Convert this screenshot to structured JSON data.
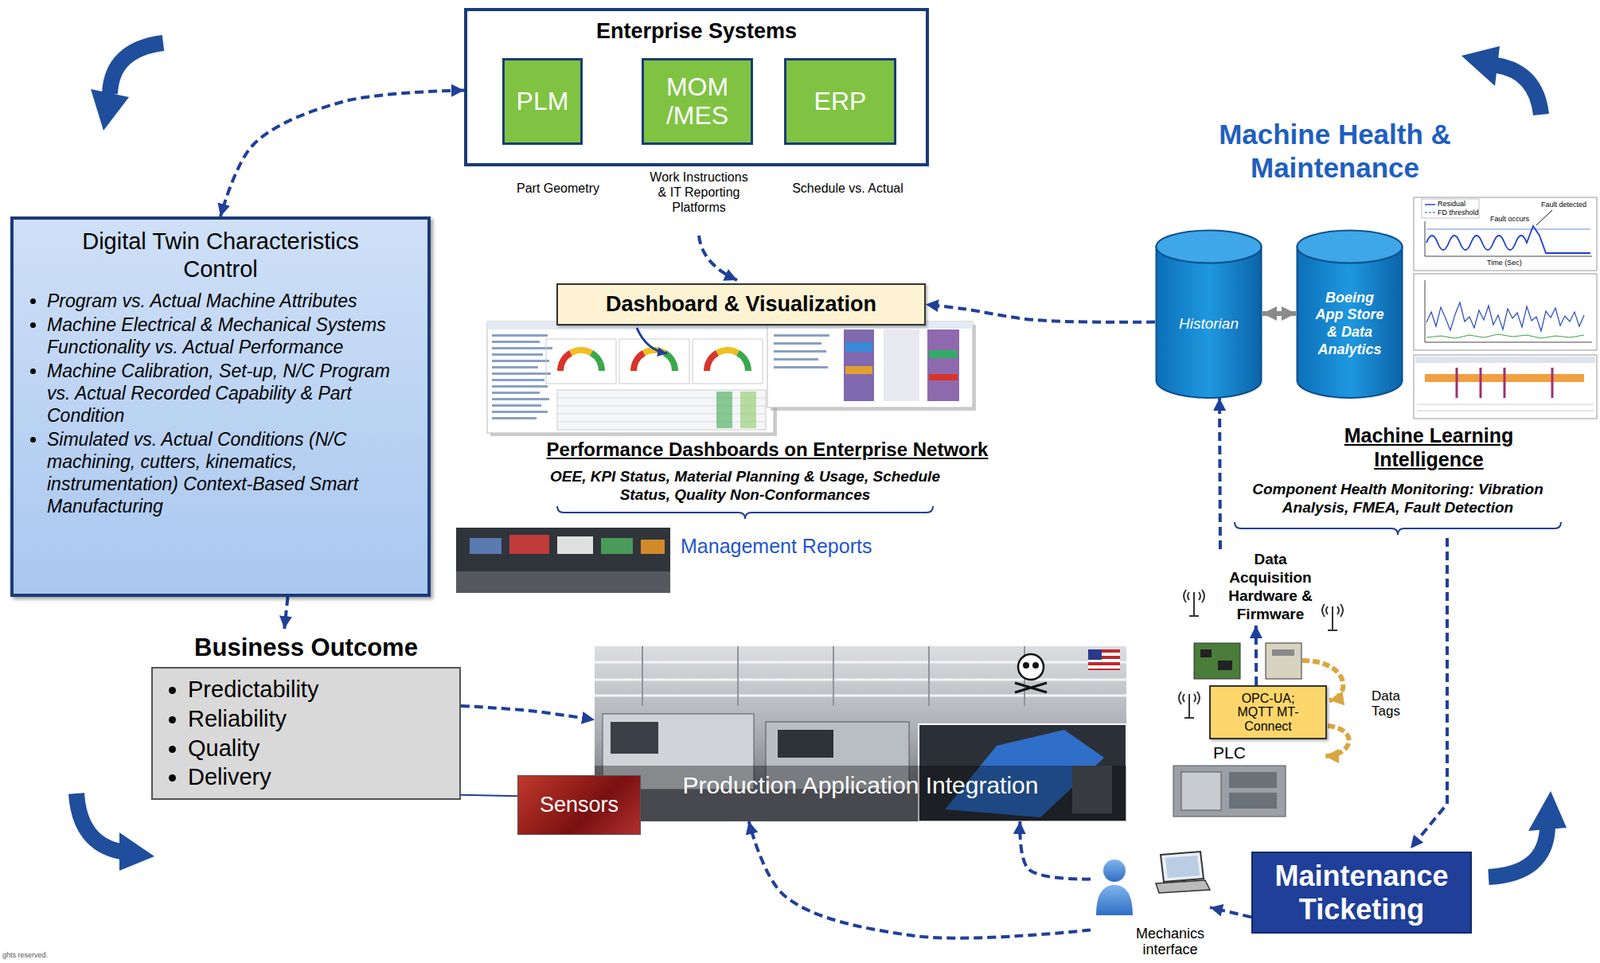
{
  "diagram": {
    "nodes": [
      {
        "text": [
          "Enterprise Systems"
        ]
      },
      {
        "text": [
          "PLM"
        ],
        "in": 0
      },
      {
        "text": [
          "MOM /MES"
        ],
        "in": 0
      },
      {
        "text": [
          "ERP"
        ],
        "in": 0
      },
      {
        "text": [
          "Digital Twin Characteristics Control",
          "Program vs. Actual Machine Attributes",
          "Machine Electrical & Mechanical Systems Functionality vs. Actual Performance",
          "Machine Calibration, Set-up, N/C Program vs. Actual Recorded Capability & Part Condition",
          "Simulated vs. Actual Conditions (N/C machining, cutters, kinematics, instrumentation) Context-Based Smart Manufacturing"
        ]
      },
      {
        "text": [
          "Dashboard & Visualization"
        ]
      },
      {
        "text": [
          "Business Outcome",
          "Predictability",
          "Reliability",
          "Quality",
          "Delivery"
        ]
      },
      {
        "text": [
          "Production Application Integration"
        ]
      },
      {
        "text": [
          "Sensors"
        ]
      },
      {
        "text": [
          "Historian"
        ]
      },
      {
        "text": [
          "Boeing App Store & Data Analytics"
        ]
      },
      {
        "text": [
          "Data Acquisition Hardware & Firmware"
        ]
      },
      {
        "text": [
          "OPC-UA; MQTT MT-Connect"
        ]
      },
      {
        "text": [
          "Maintenance Ticketing"
        ]
      },
      {
        "text": [
          "Mechanics interface"
        ]
      }
    ],
    "edges": [
      {
        "from": 0,
        "to": 4,
        "arrow": "both"
      },
      {
        "from": 9,
        "to": 5,
        "arrow": "to"
      },
      {
        "from": 9,
        "to": 10,
        "arrow": "both"
      },
      {
        "from": 11,
        "to": 9,
        "arrow": "to"
      },
      {
        "from": 12,
        "to": 11,
        "arrow": "to"
      },
      {
        "from": 4,
        "to": 6,
        "arrow": "to"
      },
      {
        "from": 6,
        "to": 7,
        "arrow": "to"
      },
      {
        "from": 6,
        "to": 8,
        "arrow": "none"
      },
      {
        "from": 13,
        "to": 14,
        "arrow": "to"
      },
      {
        "from": 14,
        "to": 7,
        "arrow": "to"
      },
      {
        "from": 14,
        "to": 7,
        "arrow": "to"
      }
    ],
    "labels": [
      "Part Geometry",
      "Work Instructions & IT Reporting Platforms",
      "Schedule vs. Actual",
      "Performance Dashboards on Enterprise Network",
      "OEE, KPI Status, Material Planning & Usage, Schedule Status, Quality Non-Conformances",
      "Management Reports",
      "Machine Health & Maintenance",
      "Machine Learning Intelligence",
      "Component Health Monitoring: Vibration Analysis, FMEA, Fault Detection",
      "Data Tags",
      "PLC",
      "Fault detected",
      "Fault occurs",
      "Time (Sec)",
      "ghts reserved."
    ],
    "legend": [
      {
        "text": "Residual"
      },
      {
        "text": "FD threshold"
      }
    ]
  }
}
